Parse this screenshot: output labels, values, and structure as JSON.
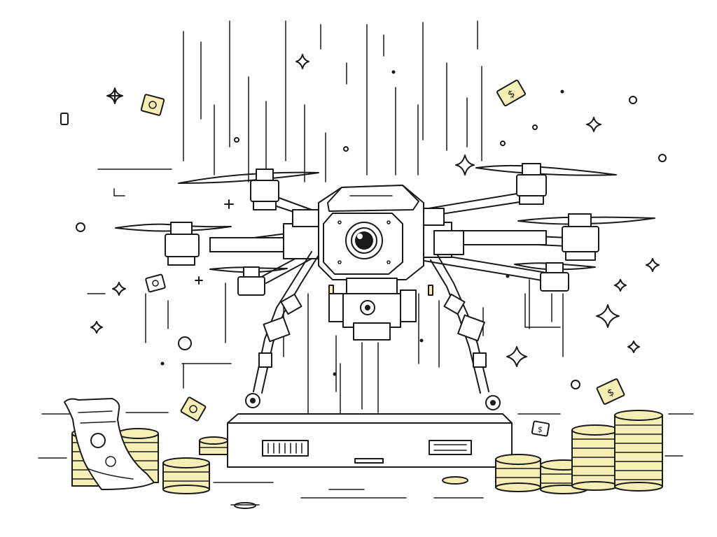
{
  "scene": {
    "subject": "quadcopter-drone",
    "palette": {
      "ink": "#1a1a1a",
      "coin": "#f5efb5",
      "background": "#ffffff"
    },
    "elements": [
      "drone",
      "propellers",
      "camera",
      "landing-legs",
      "platform-box",
      "coin-stacks",
      "banknotes",
      "sparkles",
      "rain-lines"
    ]
  }
}
